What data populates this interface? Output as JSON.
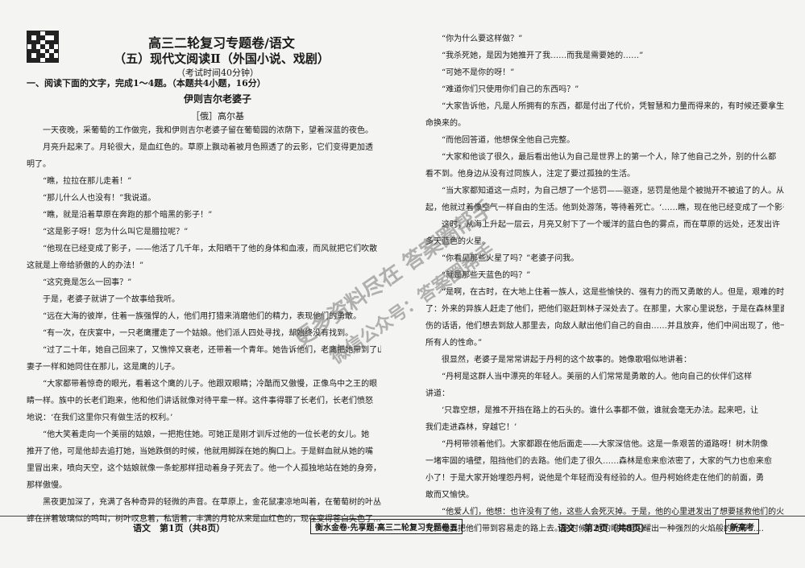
{
  "left": {
    "title_main": "高三二轮复习专题卷/语文",
    "title_sub": "（五）现代文阅读Ⅱ（外国小说、戏剧）",
    "exam_time": "（考试时间40分钟）",
    "section_heading": "一、阅读下面的文字，完成1～4题。（本题共4小题，16分）",
    "story_title": "伊则吉尔老婆子",
    "author": "［俄］高尔基",
    "paragraphs": [
      "一天夜晚，采葡萄的工作做完，我和伊则吉尔老婆子留在葡萄园的浓荫下，望着深蓝的夜色。",
      "月亮升起来了。月轮很大，是血红色的。草原上飘动着被月色照透了的云影，它们变得更加透",
      "明了。",
      "“瞧，拉拉在那儿走着！”",
      "“那儿什么人也没有！”我说道。",
      "“瞧，就是沿着草原在奔跑的那个暗黑的影子！”",
      "“这是影子呀！您为什么叫它是腊拉呢？”",
      "“他现在已经变成了影子，——他活了几千年，太阳晒干了他的身体和血液，而风就把它们吹散",
      "这就是上帝给骄傲的人的办法！”",
      "“这究竟是怎么一回事？”",
      "于是，老婆子就讲了一个故事给我听。",
      "“远在大海的彼岸，住着一族强悍的人，他们用打猎来消磨他们的精力，表现他们的勇敢。",
      "“有一次，在庆宴中，一只老鹰攫走了一个姑娘。他们派人四处寻找，却始终没有找到。",
      "“过了二十年，她自己回来了，又憔悴又衰老，还带着一个青年。她告诉他们，老鹰把她带到了山里，像和",
      "妻子一样和她同住在那儿，这是鹰的儿子。",
      "“大家都带着惊奇的眼光，看着这个鹰的儿子。他跟双眼睛；冷酷而又傲慢，正像鸟中之王的眼",
      "睛一样。族中的长老们跑来，他和他们讲话就像对待平辈一样。这件事得罪了长老们，长老们愤怒",
      "地说：‘在我们这里你只有做生活的权利。’",
      "“他大笑着走向一个美丽的姑娘，一把抱住她。可她正是刚才训斥过他的一位长老的女儿。她",
      "推开了他，可是他却去追打她，当她跌倒的时候，他就用脚踩在她的胸口上。于是鲜血就从她的嘴",
      "里冒出来，喷向天空，这个姑娘就像一条蛇那样扭动着身子死去了。他一个人孤独地站在她的身旁，神情",
      "那样傲慢。",
      "黑夜更加深了，充满了各种奇异的轻微的声音。在草原上，金花鼠凄凉地叫着，在葡萄树的叶丛中，蟋",
      "蟀在拼着玻璃似的鸣叫，树叶叹息着，私语着，丰满的月轮从来是血红色的，现在变得苍白失色了……"
    ],
    "footer_left": "语文　第1页（共8页）",
    "footer_center": "衡水金卷·先享题·高三二轮复习专题卷五"
  },
  "right": {
    "paragraphs": [
      "“你为什么要这样做？”",
      "“我杀死她，是因为她推开了我……而我是需要她的……”",
      "“可她不是你的呀！”",
      "“难道你们只使用你们自己的东西吗？”",
      "“大家告诉他，凡是人所拥有的东西，都是付出了代价，凭智慧和力量而得来的，有时候还要拿生",
      "命换来的。",
      "“而他回答道，他想保全他自己完整。",
      "“大家和他谈了很久，最后看出他认为自己是世界上的第一个人，除了他自己之外，别的什么都",
      "看不到。他身边从没有过同族人，注定了要过孤独的生活。",
      "“当大家都知道这一点时，为自己想了一个惩罚——驱逐，惩罚是他是个被抛开不被追了的人。从那时",
      "起，他就过着像空气一样自由的生活。他到处游荡，等待着死亡。‘……瞧，现在他已经变成了一个影子，而且会永远这样！’",
      "这时，从海上升起一层云，月亮又射下了一个暖洋的蓝白色的雾点，而在草原的远处，还发出许",
      "多天蓝色的火星。",
      "“你看见那些火星了吗？”老婆子问我。",
      "“就是那些天蓝色的吗？”",
      "“是啊，在古时，在大地上住着一族人，这是些愉快的、强有力的而又勇敢的人。但是，艰难的时候来临",
      "了：外来的异族人赶走了他们，把他们驱赶到林子深处去了。在那里，大家心里说愁，于是在森林里面有了悲",
      "伤的话语，他们想去到敌人那里去，向敌人献出他们自己的自由……并且放弃，他们中间出现了，他一个人救出了",
      "所有人的性命。”",
      "很显然，老婆子是常常讲起于丹柯的这个故事的。她像歌唱似地讲着：",
      "“丹柯是这群人当中漂亮的年轻人。美丽的人们常常是勇敢的人。他向自己的伙伴们这样",
      "讲道：",
      "‘只靠空想，是推不开挡在路上的石头的。谁什么事都不做，谁就会毫无办法。起来吧，让",
      "我们走进森林，穿越它！’",
      "“丹柯带领着他们。大家都跟在他后面走——大家深信他。这是一条艰苦的道路呀！树木阴像",
      "一堵牢固的墙壁，阻挡他们的去路。他们走了很久……森林是愈来愈浓密了，大家的气力也愈来愈",
      "小了！于是大家开始埋怨丹柯，说他是个年轻而没有经验的人。但丹柯始终走在他们的前面，勇",
      "敢而又愉快。",
      "“他爱人们，他想：也许没有了他，这些人会死灭掉。于是，他的心里迸发出了想要拯救他们的火",
      "光，他要把他们带到容易走的路上去。这时候，他的眼睛里闪耀出一种强烈的火焰般的光彩……"
    ],
    "footer_left": "语文　第2页（共8页）",
    "footer_badge": "新高考"
  },
  "watermark": {
    "line1": "更多资料尽在 答案圈帮手",
    "line2": "微信公众号：答案圈帮手"
  }
}
